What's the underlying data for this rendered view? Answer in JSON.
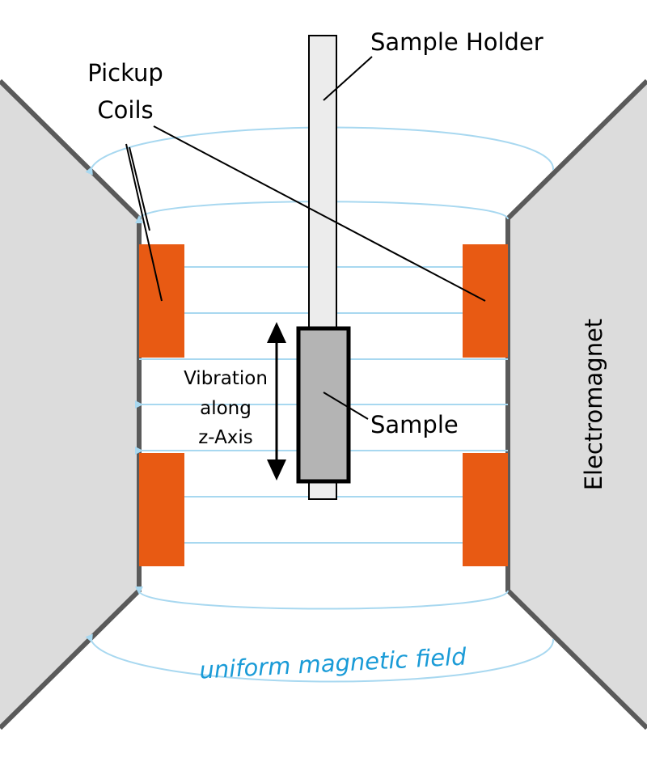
{
  "labels": {
    "sample_holder": "Sample Holder",
    "pickup_line1": "Pickup",
    "pickup_line2": "Coils",
    "vibration_line1": "Vibration",
    "vibration_line2": "along",
    "vibration_line3": "z-Axis",
    "sample": "Sample",
    "electromagnet": "Electromagnet",
    "field": "uniform magnetic field"
  },
  "colors": {
    "magnet_fill": "#dcdcdc",
    "magnet_edge": "#5a5a5a",
    "coil": "#e85a13",
    "field_line": "#a8d8f0",
    "field_text": "#1a9bd7",
    "holder_fill": "#ececec",
    "sample_fill": "#b4b4b4"
  }
}
